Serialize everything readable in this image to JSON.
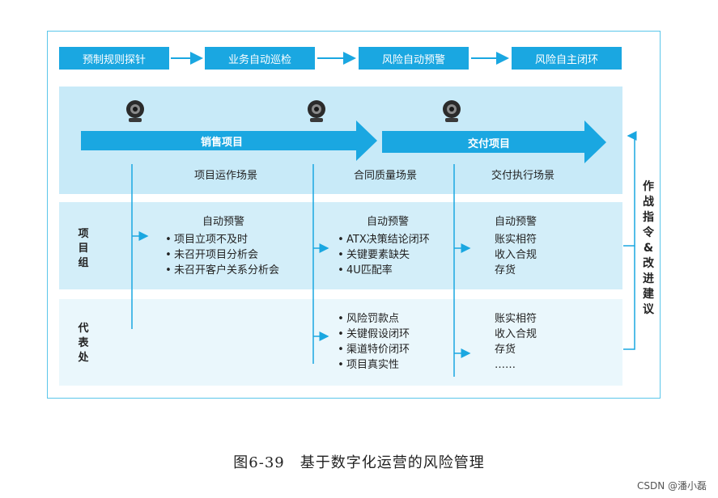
{
  "stages": [
    "预制规则探针",
    "业务自动巡检",
    "风险自动预警",
    "风险自主闭环"
  ],
  "arrows": {
    "sales": "销售项目",
    "delivery": "交付项目"
  },
  "scenes": [
    "项目运作场景",
    "合同质量场景",
    "交付执行场景"
  ],
  "rows": {
    "project_group": "项目组",
    "rep_office": "代表处"
  },
  "project_group": {
    "col1": {
      "title": "自动预警",
      "items": [
        "项目立项不及时",
        "未召开项目分析会",
        "未召开客户关系分析会"
      ]
    },
    "col2": {
      "title": "自动预警",
      "items": [
        "ATX决策结论闭环",
        "关键要素缺失",
        "4U匹配率"
      ]
    },
    "col3": {
      "title": "自动预警",
      "items": [
        "账实相符",
        "收入合规",
        "存货"
      ]
    }
  },
  "rep_office": {
    "col2": {
      "items": [
        "风险罚款点",
        "关键假设闭环",
        "渠道特价闭环",
        "项目真实性"
      ]
    },
    "col3": {
      "items": [
        "账实相符",
        "收入合规",
        "存货",
        "……"
      ]
    }
  },
  "feedback": "作战指令&改进建议",
  "caption": "图6-39　基于数字化运营的风险管理",
  "watermark": "CSDN @潘小磊",
  "colors": {
    "accent": "#1aa7e1",
    "frame": "#5bc6ea"
  }
}
